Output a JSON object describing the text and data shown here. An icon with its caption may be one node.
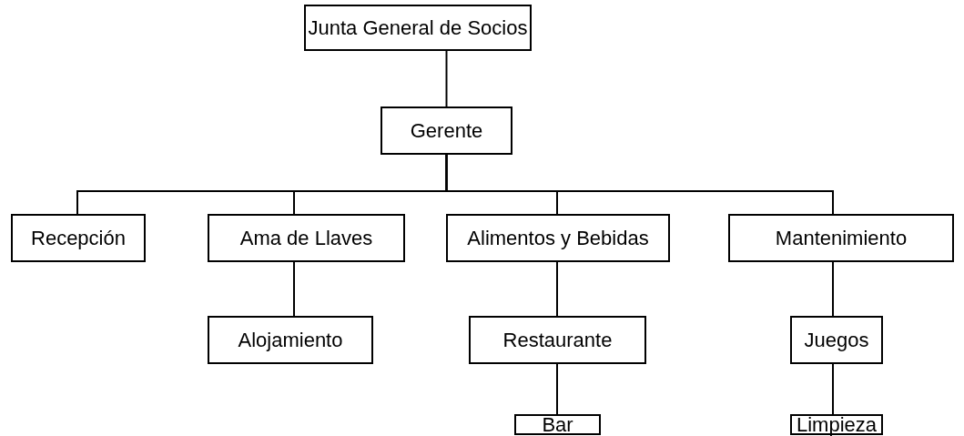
{
  "diagram": {
    "nodes": [
      {
        "text": [
          "Junta General de Socios"
        ]
      },
      {
        "text": [
          "Gerente"
        ]
      },
      {
        "text": [
          "Recepción"
        ]
      },
      {
        "text": [
          "Ama de Llaves"
        ]
      },
      {
        "text": [
          "Alimentos y Bebidas"
        ]
      },
      {
        "text": [
          "Mantenimiento"
        ]
      },
      {
        "text": [
          "Alojamiento"
        ]
      },
      {
        "text": [
          "Restaurante"
        ]
      },
      {
        "text": [
          "Bar"
        ]
      },
      {
        "text": [
          "Juegos"
        ]
      },
      {
        "text": [
          "Limpieza"
        ]
      }
    ],
    "edges": [
      {
        "from": 0,
        "to": 1,
        "arrow": "none"
      },
      {
        "from": 1,
        "to": 2,
        "arrow": "none"
      },
      {
        "from": 1,
        "to": 3,
        "arrow": "none"
      },
      {
        "from": 1,
        "to": 4,
        "arrow": "none"
      },
      {
        "from": 1,
        "to": 5,
        "arrow": "none"
      },
      {
        "from": 3,
        "to": 6,
        "arrow": "none"
      },
      {
        "from": 4,
        "to": 7,
        "arrow": "none"
      },
      {
        "from": 7,
        "to": 8,
        "arrow": "none"
      },
      {
        "from": 5,
        "to": 9,
        "arrow": "none"
      },
      {
        "from": 9,
        "to": 10,
        "arrow": "none"
      }
    ]
  }
}
